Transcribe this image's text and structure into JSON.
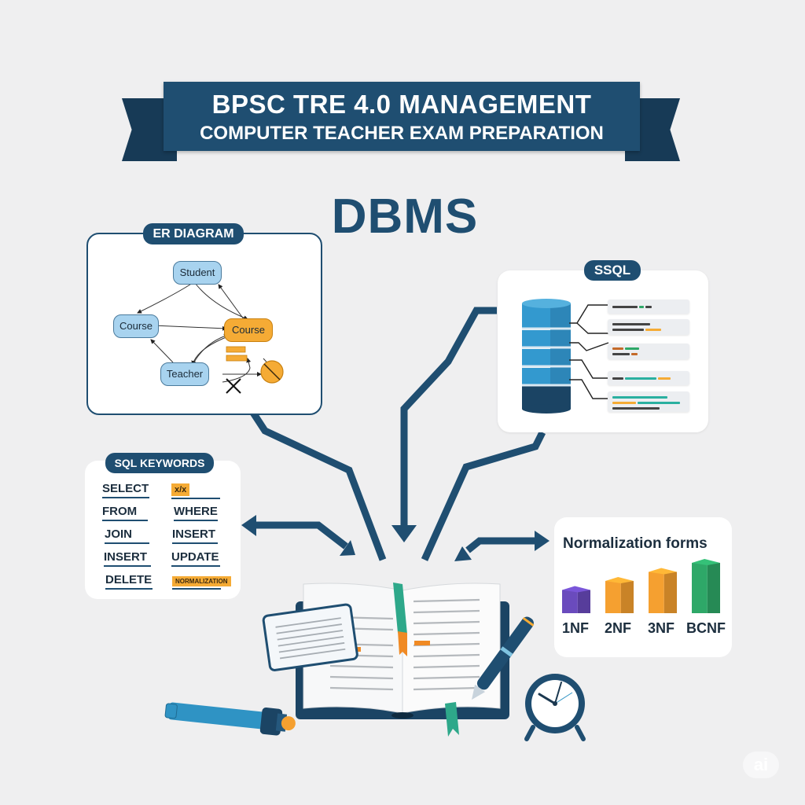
{
  "banner": {
    "line1": "BPSC TRE 4.0 MANAGEMENT",
    "line2": "COMPUTER TEACHER EXAM PREPARATION"
  },
  "main_title": "DBMS",
  "er_diagram": {
    "label": "ER DIAGRAM",
    "nodes": [
      "Student",
      "Course",
      "Course",
      "Teacher"
    ]
  },
  "sql_panel": {
    "label": "SSQL"
  },
  "sql_keywords": {
    "label": "SQL KEYWORDS",
    "left": [
      "SELECT",
      "FROM",
      "JOIN",
      "INSERT",
      "DELETE"
    ],
    "right": [
      "x/x",
      "WHERE",
      "INSERT",
      "UPDATE",
      "NORMALIZATION"
    ]
  },
  "normalization": {
    "title": "Normalization forms",
    "forms": [
      "1NF",
      "2NF",
      "3NF",
      "BCNF"
    ],
    "levels": [
      1,
      2,
      3,
      4
    ],
    "colors": [
      "#6a4bbd",
      "#f5a030",
      "#f5a030",
      "#2ea868"
    ]
  },
  "watermark": "ai",
  "colors": {
    "primary": "#1f4e71",
    "accent_orange": "#f5ab35",
    "light_blue": "#a8d3ef",
    "background": "#efeff0"
  }
}
